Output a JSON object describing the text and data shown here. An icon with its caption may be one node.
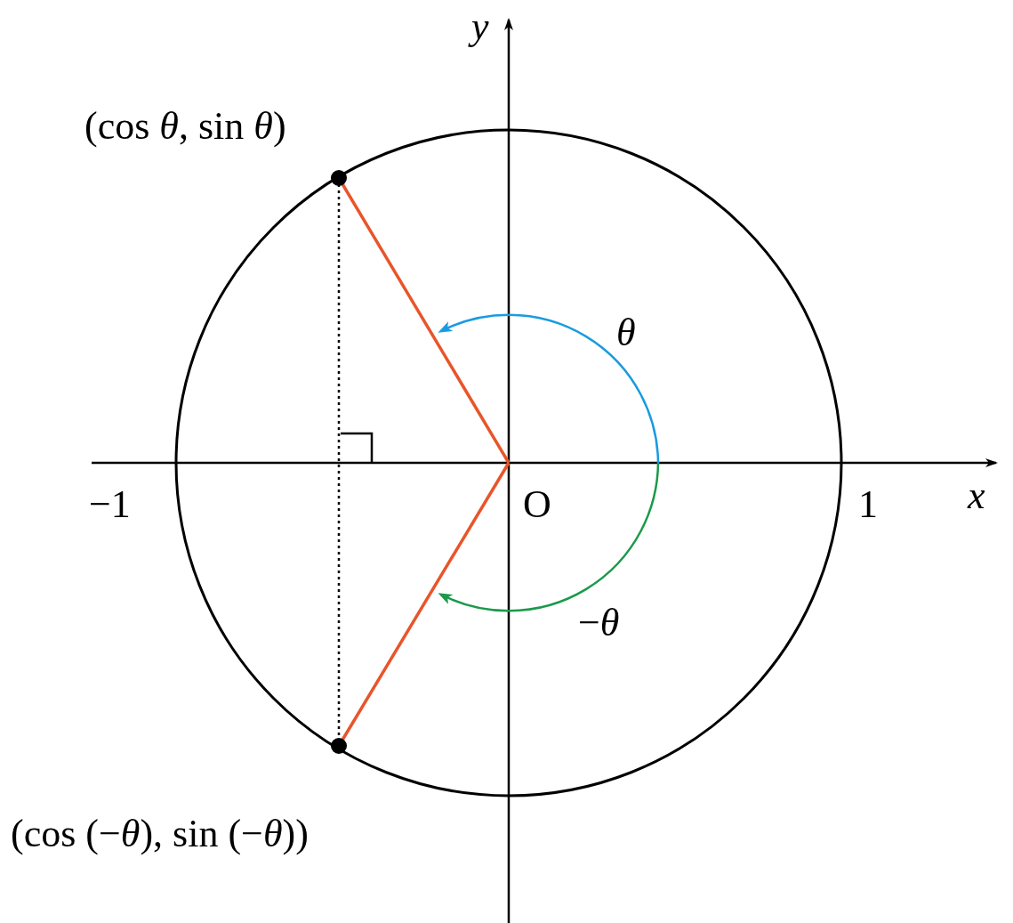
{
  "diagram": {
    "labels": [
      "y",
      "(cos *θ*, sin *θ*)",
      "θ",
      "−1",
      "O",
      "1",
      "x",
      "−*θ*",
      "(cos (−*θ*), sin (−*θ*))"
    ]
  }
}
